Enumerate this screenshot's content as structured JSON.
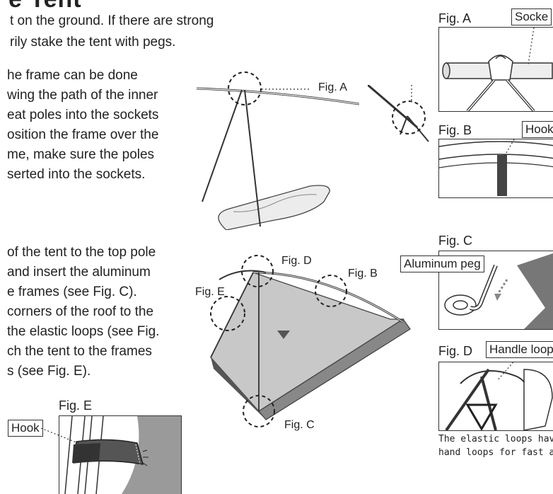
{
  "page": {
    "title": "e Tent",
    "para1": [
      "t on the ground. If there are strong",
      "rily stake the tent with pegs."
    ],
    "para2": [
      "he  frame  can  be  done",
      "wing the path of the inner",
      "eat poles into the sockets",
      "osition the frame over the",
      "me, make sure the poles",
      "serted into the sockets."
    ],
    "para3": [
      "of the tent to the top pole",
      "and  insert  the  aluminum",
      "e  frames  (see  Fig.  C).",
      "corners of the roof to the",
      "the elastic loops (see Fig.",
      "ch  the  tent  to  the  frames",
      "s (see Fig. E)."
    ]
  },
  "figures": {
    "fig_a": {
      "label": "Fig. A",
      "callout": "Socke"
    },
    "fig_b": {
      "label": "Fig. B",
      "callout": "Hook"
    },
    "fig_c": {
      "label": "Fig. C",
      "callout": "Aluminum peg"
    },
    "fig_d": {
      "label": "Fig. D",
      "callout": "Handle loop"
    },
    "fig_e": {
      "label": "Fig. E",
      "callout": "Hook"
    },
    "diagram1": {
      "callout_a": "Fig. A"
    },
    "diagram2": {
      "callout_d": "Fig. D",
      "callout_b": "Fig. B",
      "callout_e": "Fig. E",
      "callout_c": "Fig. C"
    }
  },
  "caption": [
    "The elastic loops hav",
    "hand loops for fast an"
  ]
}
